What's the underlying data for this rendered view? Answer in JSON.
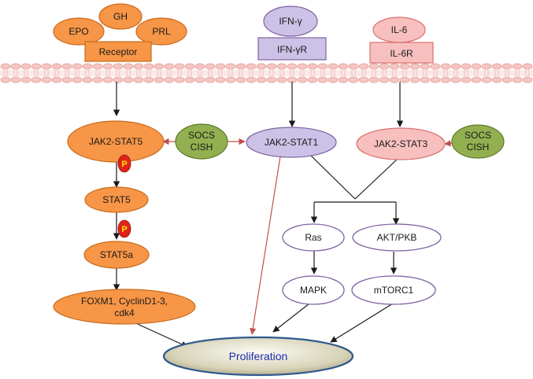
{
  "ligands": {
    "epo": "EPO",
    "gh": "GH",
    "prl": "PRL"
  },
  "receptor": "Receptor",
  "ifn": {
    "ligand": "IFN-γ",
    "receptor": "IFN-γR"
  },
  "il6": {
    "ligand": "IL-6",
    "receptor": "IL-6R"
  },
  "jak2_stat5": "JAK2-STAT5",
  "jak2_stat1": "JAK2-STAT1",
  "jak2_stat3": "JAK2-STAT3",
  "socs_left": {
    "line1": "SOCS",
    "line2": "CISH"
  },
  "socs_right": {
    "line1": "SOCS",
    "line2": "CISH"
  },
  "phospho": "P",
  "stat5": "STAT5",
  "stat5a": "STAT5a",
  "foxm1": {
    "line1": "FOXM1, CyclinD1-3,",
    "line2": "cdk4"
  },
  "ras": "Ras",
  "akt": "AKT/PKB",
  "mapk": "MAPK",
  "mtorc1": "mTORC1",
  "proliferation": "Proliferation",
  "colors": {
    "orange_fill": "#f79646",
    "orange_stroke": "#c96a1c",
    "lavender_fill": "#ccc1e6",
    "lavender_stroke": "#8064a2",
    "pink_fill": "#f7c0bf",
    "pink_stroke": "#d9706f",
    "green_fill": "#92b050",
    "green_stroke": "#5e7a26",
    "red_arrow": "#c0504d",
    "phospho_fill": "#e2231a"
  }
}
